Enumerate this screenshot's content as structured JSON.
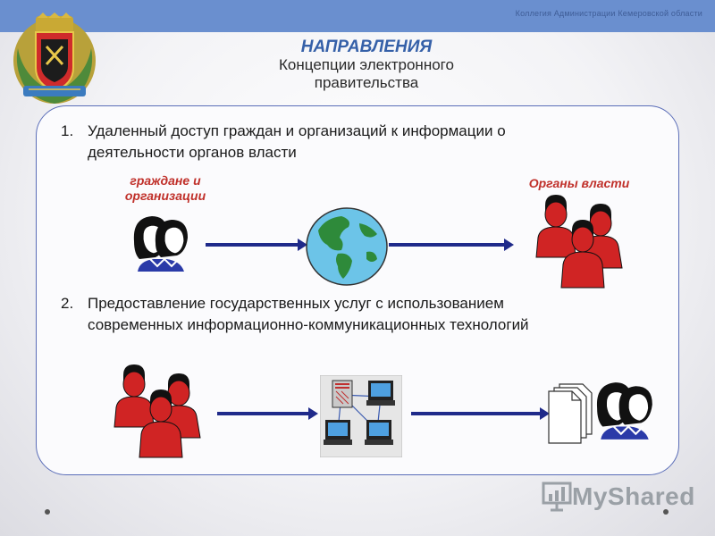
{
  "header": {
    "small_text": "Коллегия Администрации Кемеровской области"
  },
  "title": {
    "main": "НАПРАВЛЕНИЯ",
    "line2": "Концепции электронного",
    "line3": "правительства"
  },
  "items": [
    {
      "number": "1.",
      "line1": "Удаленный доступ граждан и организаций к информации о",
      "line2": "деятельности органов власти"
    },
    {
      "number": "2.",
      "line1": "Предоставление государственных услуг с использованием",
      "line2": "современных информационно-коммуникационных технологий"
    }
  ],
  "labels": {
    "citizens_line1": "граждане и",
    "citizens_line2": "организации",
    "authorities": "Органы власти"
  },
  "watermark": {
    "text": "MyShared"
  },
  "icons": [
    "coat-of-arms-icon",
    "people-pair-icon",
    "globe-icon",
    "officials-group-icon",
    "network-computers-icon",
    "documents-icon",
    "presentation-icon"
  ],
  "colors": {
    "accent_blue": "#3560a8",
    "label_red": "#c0302a",
    "arrow_navy": "#1f2a8a",
    "topbar": "#6a8fcf"
  }
}
